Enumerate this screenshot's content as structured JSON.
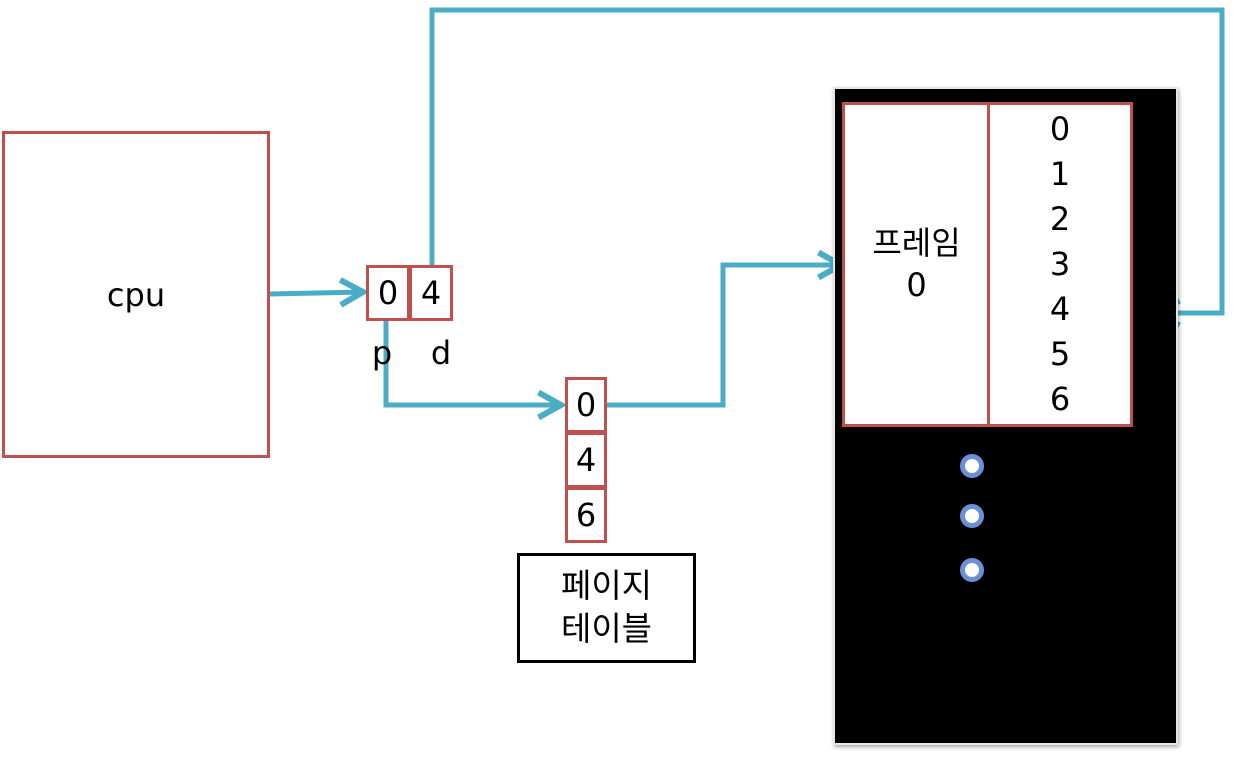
{
  "cpu": {
    "label": "cpu"
  },
  "logical_address": {
    "page_number": "0",
    "offset": "4",
    "page_label": "p",
    "offset_label": "d"
  },
  "page_table": {
    "entries": [
      "0",
      "4",
      "6"
    ],
    "caption_line1": "페이지",
    "caption_line2": "테이블"
  },
  "physical_memory": {
    "frame_label_line1": "프레임",
    "frame_label_line2": "0",
    "offsets": [
      "0",
      "1",
      "2",
      "3",
      "4",
      "5",
      "6"
    ],
    "continuation_dots": 3
  },
  "colors": {
    "box_border": "#c0504d",
    "arrow": "#4bacc6",
    "memory_background": "#000000",
    "dot_border": "#6b90d9"
  }
}
